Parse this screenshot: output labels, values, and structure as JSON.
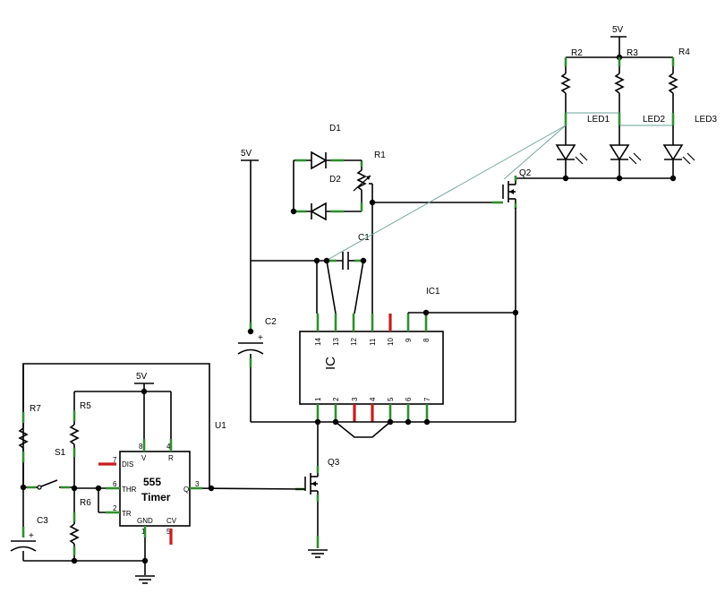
{
  "labels": {
    "power": [
      "5V",
      "5V",
      "5V"
    ],
    "r2": "R2",
    "r3": "R3",
    "r4": "R4",
    "led1": "LED1",
    "led2": "LED2",
    "led3": "LED3",
    "d1": "D1",
    "d2": "D2",
    "r1": "R1",
    "c1": "C1",
    "q2": "Q2",
    "ic1": "IC1",
    "c2": "C2",
    "r7": "R7",
    "r5": "R5",
    "s1": "S1",
    "r6": "R6",
    "c3": "C3",
    "u1": "U1",
    "q3": "Q3",
    "ic_body": "IC",
    "timer_line1": "555",
    "timer_line2": "Timer",
    "c2_plus": "+",
    "c3_plus": "+"
  },
  "ic_pins": {
    "top": [
      "14",
      "13",
      "12",
      "11",
      "10",
      "9",
      "8"
    ],
    "bottom": [
      "1",
      "2",
      "3",
      "4",
      "5",
      "6",
      "7"
    ]
  },
  "timer_pins": {
    "v": "V",
    "r": "R",
    "dis": "DIS",
    "thr": "THR",
    "tr": "TR",
    "q": "Q",
    "gnd": "GND",
    "cv": "CV",
    "n8": "8",
    "n4": "4",
    "n7": "7",
    "n6": "6",
    "n2": "2",
    "n3": "3",
    "n1": "1",
    "n5": "5"
  },
  "colors": {
    "connected_pin": "#2f8f2f",
    "unconnected_pin": "#c81e1e",
    "ratsnest": "#6aa39a"
  }
}
